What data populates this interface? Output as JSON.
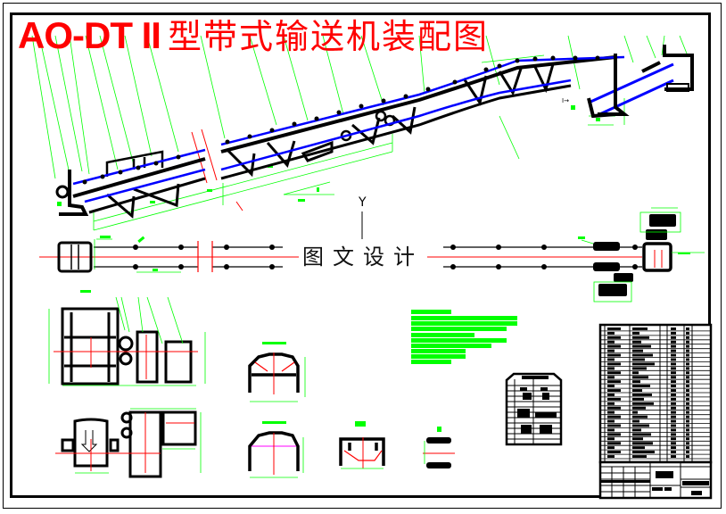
{
  "drawing": {
    "title_latin": "AO-DT II",
    "title_cjk": "型带式输送机装配图",
    "watermark": "图文设计",
    "ucs_axis_label": "Y",
    "colors": {
      "title": "#ff0000",
      "structure": "#000000",
      "belt": "#0000ff",
      "dimension": "#00ff00",
      "centerline": "#ff0000",
      "background": "#ffffff"
    }
  },
  "views": [
    {
      "id": "elevation",
      "description": "inclined conveyor side elevation with head section"
    },
    {
      "id": "plan",
      "description": "conveyor plan view with tail and head pulleys"
    },
    {
      "id": "drive-unit-front",
      "description": "drive unit front view"
    },
    {
      "id": "drive-unit-top",
      "description": "drive unit top view"
    },
    {
      "id": "troughing-idler-1",
      "description": "troughing idler section"
    },
    {
      "id": "troughing-idler-2",
      "description": "troughing idler section"
    },
    {
      "id": "return-idler",
      "description": "V return idler section"
    },
    {
      "id": "flat-idler",
      "description": "flat idler section"
    },
    {
      "id": "technical-spec-table",
      "description": "technical specification table"
    },
    {
      "id": "parts-list",
      "description": "bill of materials"
    },
    {
      "id": "title-block",
      "description": "drawing title block"
    }
  ],
  "notes_block": {
    "line_count": 10
  },
  "parts_list": {
    "row_count": 30
  }
}
